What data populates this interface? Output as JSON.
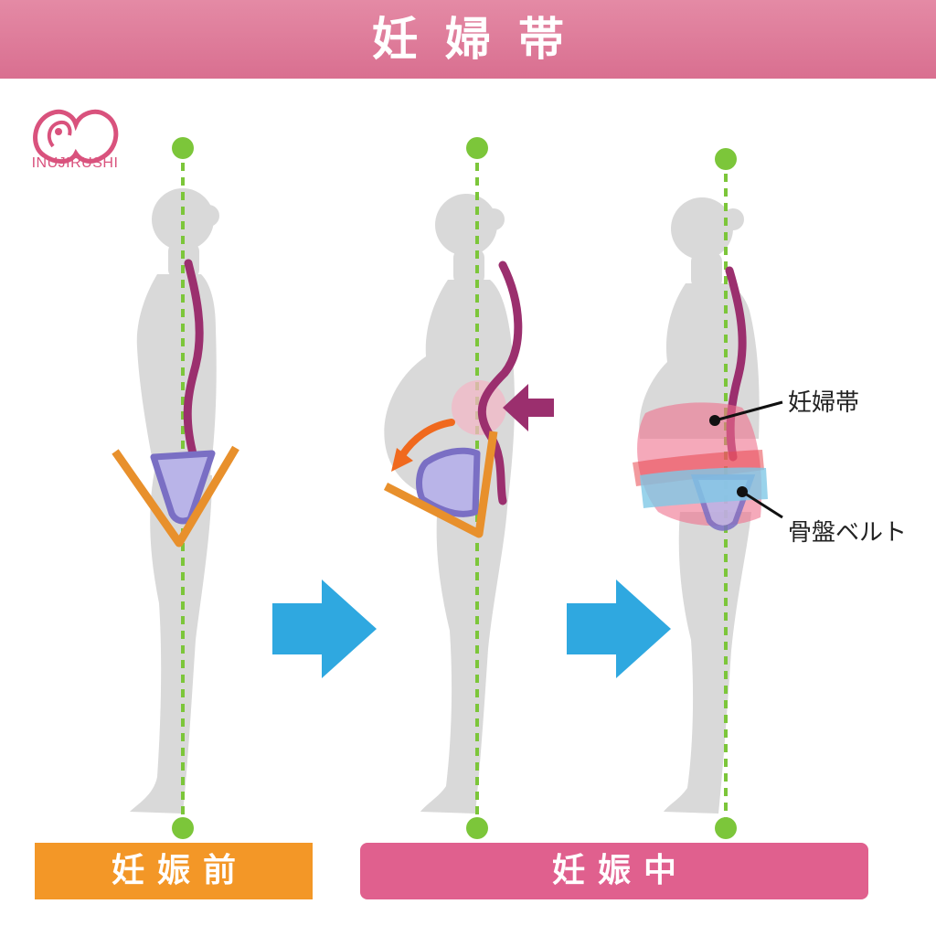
{
  "header": {
    "title": "妊婦帯"
  },
  "logo": {
    "text": "INUJIRUSHI",
    "icon": "inujirushi-logo-icon"
  },
  "figures": {
    "before": {
      "icon": "pregnant-silhouette-before-icon"
    },
    "middle": {
      "icon": "pregnant-silhouette-middle-icon"
    },
    "after": {
      "icon": "pregnant-silhouette-support-icon"
    }
  },
  "labels": {
    "maternity_belt": "妊婦帯",
    "pelvic_belt": "骨盤ベルト"
  },
  "stages": {
    "before": "妊娠前",
    "during": "妊娠中"
  },
  "colors": {
    "header": "#e07a99",
    "spine": "#9b2f6e",
    "plumb_line": "#7cc63a",
    "pelvis_fill": "#b9b4e8",
    "pelvis_stroke": "#7a6fc4",
    "hip_lines": "#e8902c",
    "arrow_blue": "#2fa8e0",
    "arrow_orange": "#f0691e",
    "maternity_belt": "#ee6f8c",
    "pelvic_belt": "#7fc8e6",
    "stage_before": "#f39727",
    "stage_during": "#e0608e",
    "silhouette": "#d9d9d9"
  }
}
